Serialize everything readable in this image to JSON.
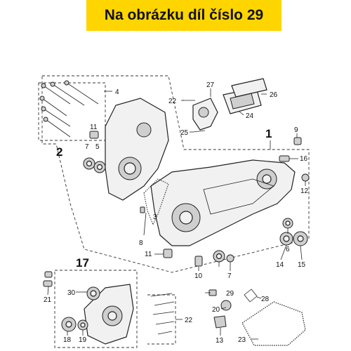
{
  "banner": {
    "text": "Na obrázku díl číslo 29",
    "color": "#FFD500"
  },
  "diagram": {
    "group_labels": [
      "1",
      "2",
      "17"
    ],
    "part_labels": [
      "3",
      "4",
      "5",
      "6",
      "7",
      "7",
      "8",
      "9",
      "10",
      "11",
      "11",
      "12",
      "13",
      "14",
      "15",
      "16",
      "18",
      "19",
      "20",
      "21",
      "22",
      "22",
      "23",
      "24",
      "25",
      "26",
      "27",
      "28",
      "29",
      "30"
    ]
  }
}
